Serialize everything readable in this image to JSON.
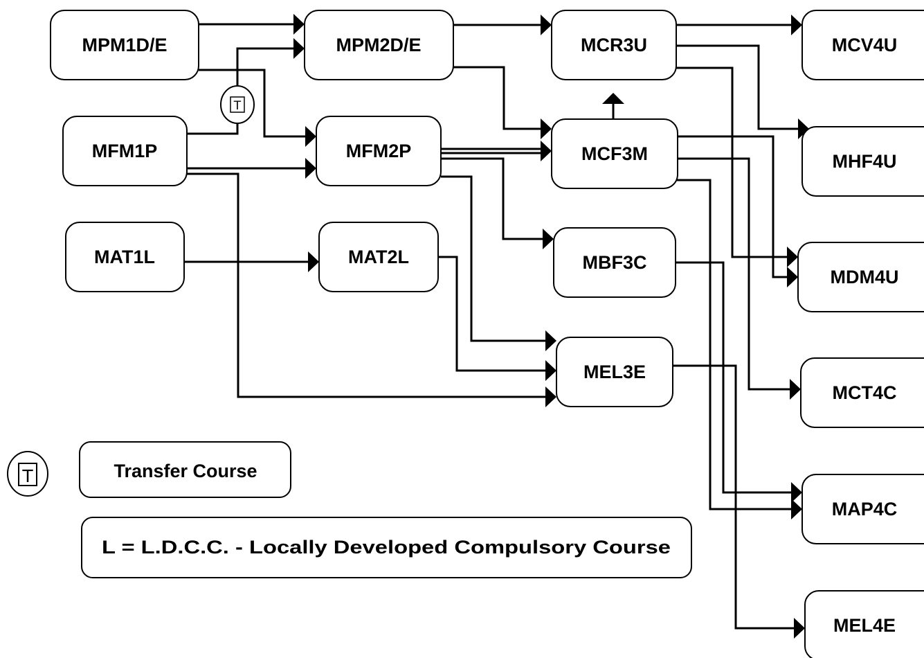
{
  "courses": {
    "mpm1de": "MPM1D/E",
    "mpm2de": "MPM2D/E",
    "mcr3u": "MCR3U",
    "mcv4u": "MCV4U",
    "mfm1p": "MFM1P",
    "mfm2p": "MFM2P",
    "mcf3m": "MCF3M",
    "mhf4u": "MHF4U",
    "mat1l": "MAT1L",
    "mat2l": "MAT2L",
    "mbf3c": "MBF3C",
    "mdm4u": "MDM4U",
    "mel3e": "MEL3E",
    "mct4c": "MCT4C",
    "map4c": "MAP4C",
    "mel4e": "MEL4E"
  },
  "transfer_badge": {
    "glyph": "T"
  },
  "legend": {
    "transfer_glyph": "T",
    "transfer_label": "Transfer Course",
    "ldcc_label": "L = L.D.C.C. - Locally Developed Compulsory Course"
  }
}
